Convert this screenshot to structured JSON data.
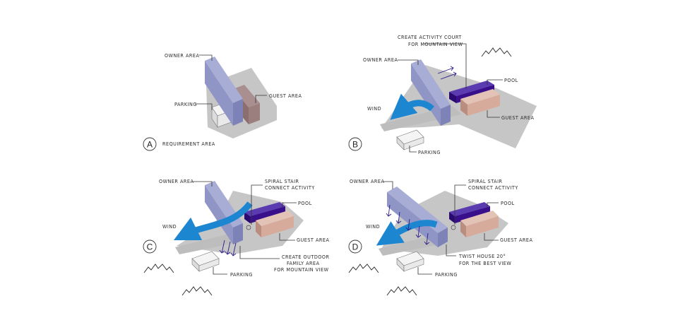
{
  "panels": {
    "a": {
      "badge": "A",
      "caption": "REQUIREMENT AREA",
      "owner_area": "OWNER AREA",
      "parking": "PARKING",
      "guest_area": "GUEST AREA"
    },
    "b": {
      "badge": "B",
      "activity_court_1": "CREATE ACTIVITY COURT",
      "activity_court_2": "FOR MOUNTAIN VIEW",
      "owner_area": "OWNER AREA",
      "pool": "POOL",
      "wind": "WIND",
      "guest_area": "GUEST AREA",
      "parking": "PARKING"
    },
    "c": {
      "badge": "C",
      "owner_area": "OWNER AREA",
      "spiral_1": "SPIRAL STAIR",
      "spiral_2": "CONNECT ACTIVITY",
      "pool": "POOL",
      "wind": "WIND",
      "guest_area": "GUEST AREA",
      "outdoor_1": "CREATE OUTDOOR",
      "outdoor_2": "FAMILY AREA",
      "outdoor_3": "FOR MOUNTAIN VIEW",
      "parking": "PARKING"
    },
    "d": {
      "badge": "D",
      "owner_area": "OWNER AREA",
      "spiral_1": "SPIRAL STAIR",
      "spiral_2": "CONNECT ACTIVITY",
      "pool": "POOL",
      "wind": "WIND",
      "guest_area": "GUEST AREA",
      "twist_1": "TWIST HOUSE 20°",
      "twist_2": "FOR THE BEST VIEW",
      "parking": "PARKING"
    }
  },
  "colors": {
    "owner_block": "#8f96c4",
    "guest_block": "#d6ab9c",
    "pool": "#3a0f8c",
    "wind_arrow": "#1d86d0",
    "shadow": "#c2c2c2"
  }
}
